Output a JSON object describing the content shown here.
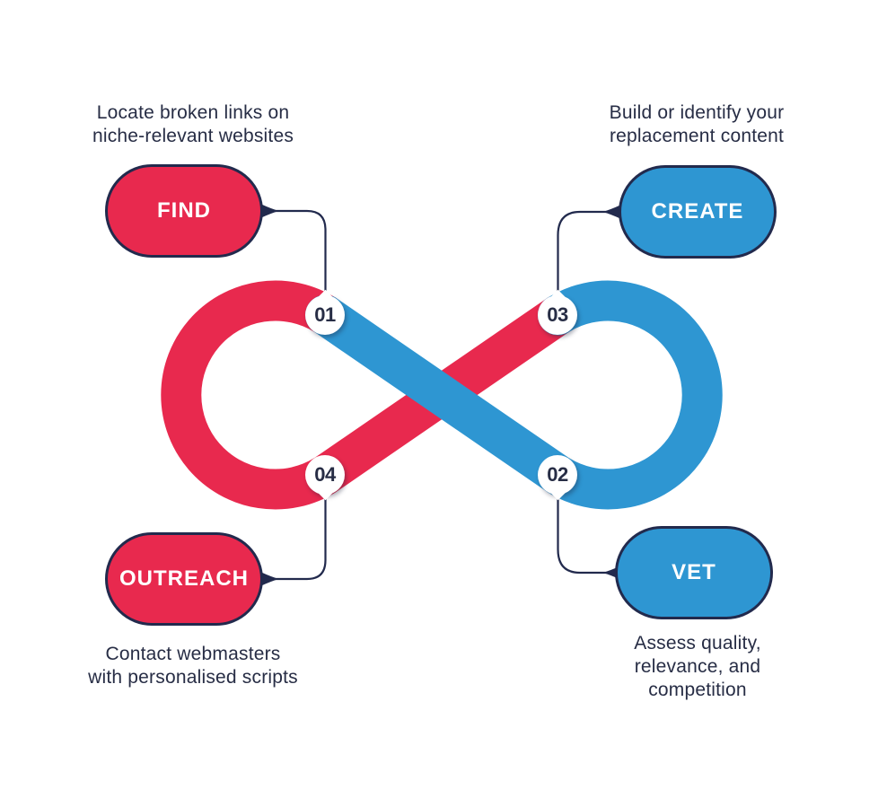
{
  "palette": {
    "red": "#E8294E",
    "blue": "#2E96D2",
    "navy": "#222A4D",
    "text": "#272D45",
    "background": "#FFFFFF"
  },
  "diagram": {
    "type": "infinity-loop-process",
    "steps": [
      {
        "number": "01",
        "label": "FIND",
        "description": "Locate broken links on\nniche-relevant websites",
        "color": "#E8294E",
        "position": "top-left"
      },
      {
        "number": "02",
        "label": "VET",
        "description": "Assess quality,\nrelevance, and\ncompetition",
        "color": "#2E96D2",
        "position": "bottom-right"
      },
      {
        "number": "03",
        "label": "CREATE",
        "description": "Build or identify your\nreplacement content",
        "color": "#2E96D2",
        "position": "top-right"
      },
      {
        "number": "04",
        "label": "OUTREACH",
        "description": "Contact webmasters\nwith personalised scripts",
        "color": "#E8294E",
        "position": "bottom-left"
      }
    ]
  }
}
